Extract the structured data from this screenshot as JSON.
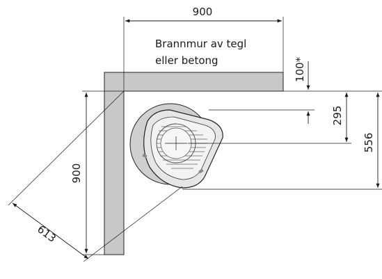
{
  "diagram": {
    "label_line1": "Brannmur av tegl",
    "label_line2": "eller betong",
    "dim_top_width": "900",
    "dim_left_height": "900",
    "dim_diagonal": "613",
    "dim_clearance": "100*",
    "dim_center_offset": "295",
    "dim_stove_depth": "556"
  },
  "colors": {
    "wall": "#c8c8c8",
    "stove_outer": "#cfcfcf",
    "stove_body": "#e6e6e6",
    "line": "#1a1a1a"
  }
}
